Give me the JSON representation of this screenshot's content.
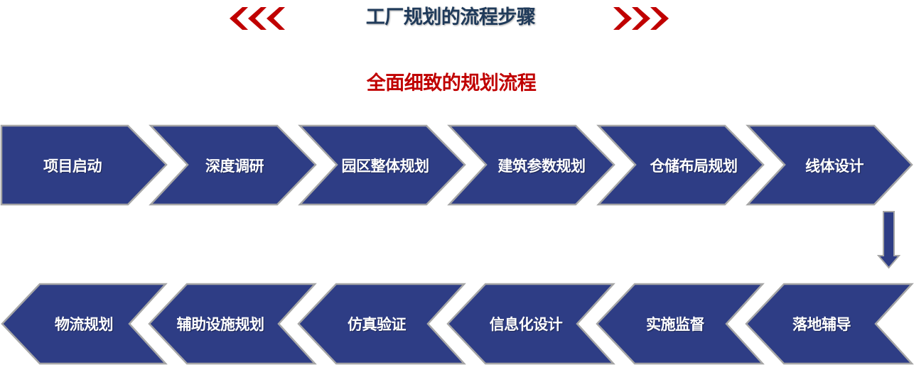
{
  "header": {
    "title": "工厂规划的流程步骤",
    "left_decoration_icon": "triple-chevron-left-icon",
    "right_decoration_icon": "triple-chevron-right-icon",
    "decoration_color": "#c00000",
    "title_color": "#1f3a5a"
  },
  "subtitle": {
    "text": "全面细致的规划流程",
    "color": "#c00000"
  },
  "colors": {
    "step_fill": "#2e3d85",
    "step_border": "#a6a6a6",
    "step_text": "#ffffff"
  },
  "flow": {
    "top_row": [
      {
        "label": "项目启动"
      },
      {
        "label": "深度调研"
      },
      {
        "label": "园区整体规划"
      },
      {
        "label": "建筑参数规划"
      },
      {
        "label": "仓储布局规划"
      },
      {
        "label": "线体设计"
      }
    ],
    "connector_icon": "arrow-down-icon",
    "bottom_row": [
      {
        "label": "物流规划"
      },
      {
        "label": "辅助设施规划"
      },
      {
        "label": "仿真验证"
      },
      {
        "label": "信息化设计"
      },
      {
        "label": "实施监督"
      },
      {
        "label": "落地辅导"
      }
    ]
  }
}
